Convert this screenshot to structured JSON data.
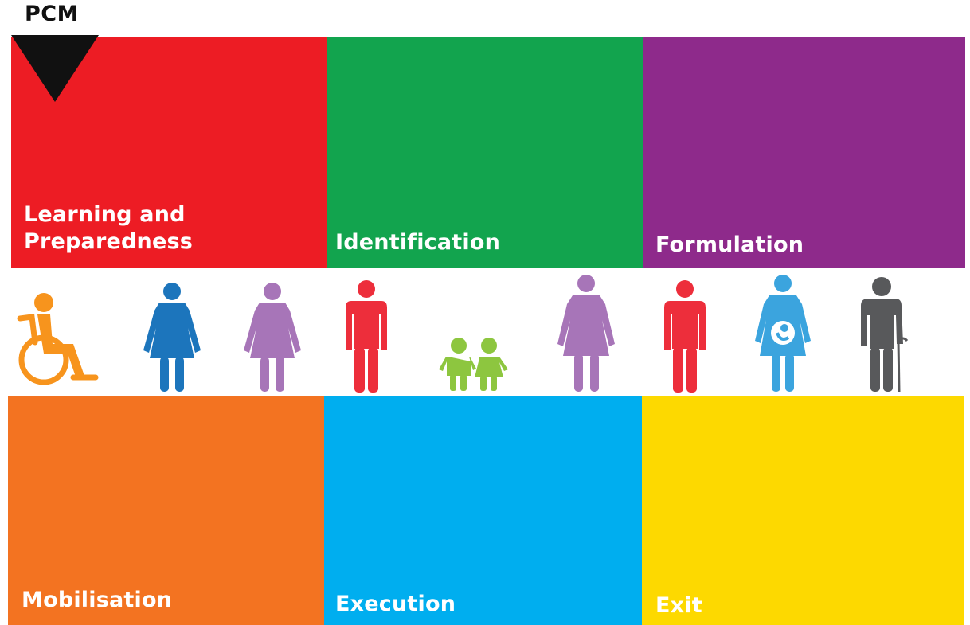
{
  "marker": {
    "label": "PCM"
  },
  "phases": [
    {
      "name": "Learning and",
      "name2": "Preparedness",
      "color": "#ED1C24"
    },
    {
      "name": "Identification",
      "color": "#12A44E"
    },
    {
      "name": "Formulation",
      "color": "#8E2A8B"
    },
    {
      "name": "Mobilisation",
      "color": "#F37321"
    },
    {
      "name": "Execution",
      "color": "#00AEEF"
    },
    {
      "name": "Exit",
      "color": "#FDD900"
    }
  ],
  "people_icons": [
    {
      "icon": "wheelchair-user-icon",
      "color": "#F7941D"
    },
    {
      "icon": "woman-icon",
      "color": "#1C75BC"
    },
    {
      "icon": "woman-icon",
      "color": "#A775B8"
    },
    {
      "icon": "man-icon",
      "color": "#ED2E3B"
    },
    {
      "icon": "children-icon",
      "color": "#8DC63F"
    },
    {
      "icon": "woman-icon",
      "color": "#A775B8"
    },
    {
      "icon": "man-icon",
      "color": "#ED2E3B"
    },
    {
      "icon": "pregnant-woman-icon",
      "color": "#3BA4DE"
    },
    {
      "icon": "elderly-person-icon",
      "color": "#58595B"
    }
  ]
}
